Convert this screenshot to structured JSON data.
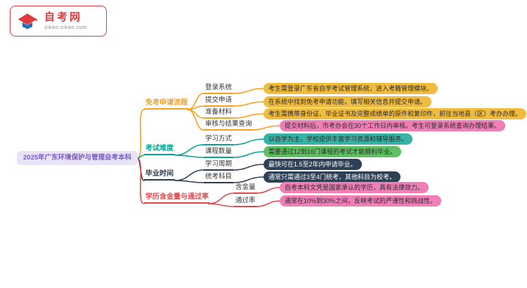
{
  "logo": {
    "site_name": "自考网",
    "site_url": "zikao-zikao.com"
  },
  "palette": {
    "branch1_orange": "#f9a01b",
    "branch1_leaf_yellow": "#efbc3f",
    "branch1_leaf4_pink": "#f07fb8",
    "branch2_teal": "#00a693",
    "branch2_leaf1_teal": "#36b3a4",
    "branch2_leaf2_green": "#5fbf61",
    "branch3_navy": "#2e4054",
    "branch4_red": "#e0474b",
    "branch4_leaf_pink": "#f07fb8",
    "root_bg": "#e9e3f8",
    "root_text": "#7a5bc7",
    "logo_red": "#e03a3e"
  },
  "mindmap": {
    "root": "2025年广东环境保护与管理自考本科",
    "branches": [
      {
        "label": "免考申请流程",
        "children": [
          {
            "label": "登录系统",
            "leaf": "考生需登录广东省自学考试管理系统，进入考籍管理模块。"
          },
          {
            "label": "提交申请",
            "leaf": "在系统中找到免考申请功能，填写相关信息并提交申请。"
          },
          {
            "label": "准备材料",
            "leaf": "考生需携带身份证、毕业证书及完整成绩单的原件和复印件，前往当地县（区）考办办理。"
          },
          {
            "label": "审核与结果查询",
            "leaf": "提交材料后，市考办会在30个工作日内审核。考生可登录系统查询办理结果。"
          }
        ]
      },
      {
        "label": "考试难度",
        "children": [
          {
            "label": "学习方式",
            "leaf": "以自学为主，学校提供丰富学习资源和辅导服务。"
          },
          {
            "label": "课程数量",
            "leaf": "需要通过12到16门课程的考试才能顺利毕业。"
          }
        ]
      },
      {
        "label": "毕业时间",
        "children": [
          {
            "label": "学习周期",
            "leaf": "最快可在1.5至2年内申请毕业。"
          },
          {
            "label": "统考科目",
            "leaf": "通常只需通过3至4门统考，其他科目为校考。"
          }
        ]
      },
      {
        "label": "学历含金量与通过率",
        "children": [
          {
            "label": "含金量",
            "leaf": "自考本科文凭是国家承认的学历，具有法律效力。"
          },
          {
            "label": "通过率",
            "leaf": "通常在10%到30%之间，反映考试的严谨性和挑战性。"
          }
        ]
      }
    ]
  }
}
